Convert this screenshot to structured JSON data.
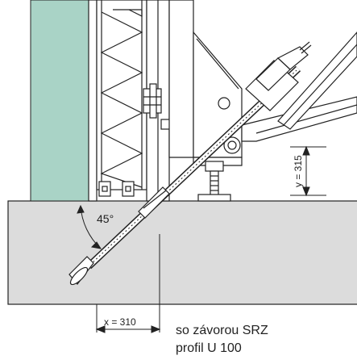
{
  "labels": {
    "angle": "45°",
    "y_dimension": "y = 315",
    "x_dimension": "x = 310",
    "caption_line1": "so závorou SRZ",
    "caption_line2": "profil U 100"
  },
  "colors": {
    "wall_panel": "#a9d3c6",
    "concrete": "#dcdcdc",
    "steel": "#ffffff",
    "line": "#222222"
  }
}
